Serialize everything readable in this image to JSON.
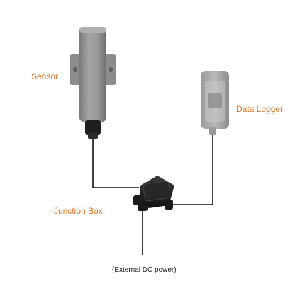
{
  "labels": {
    "sensor": "Sensor",
    "data_logger": "Data Logger",
    "junction_box": "Junction Box",
    "power": "(External DC power)"
  },
  "colors": {
    "label_accent": "#e0711f",
    "cable": "#111111",
    "device_gray": "#8a8a8a",
    "junction_box": "#1c1c1c"
  },
  "devices": [
    "sensor",
    "data-logger",
    "junction-box"
  ]
}
